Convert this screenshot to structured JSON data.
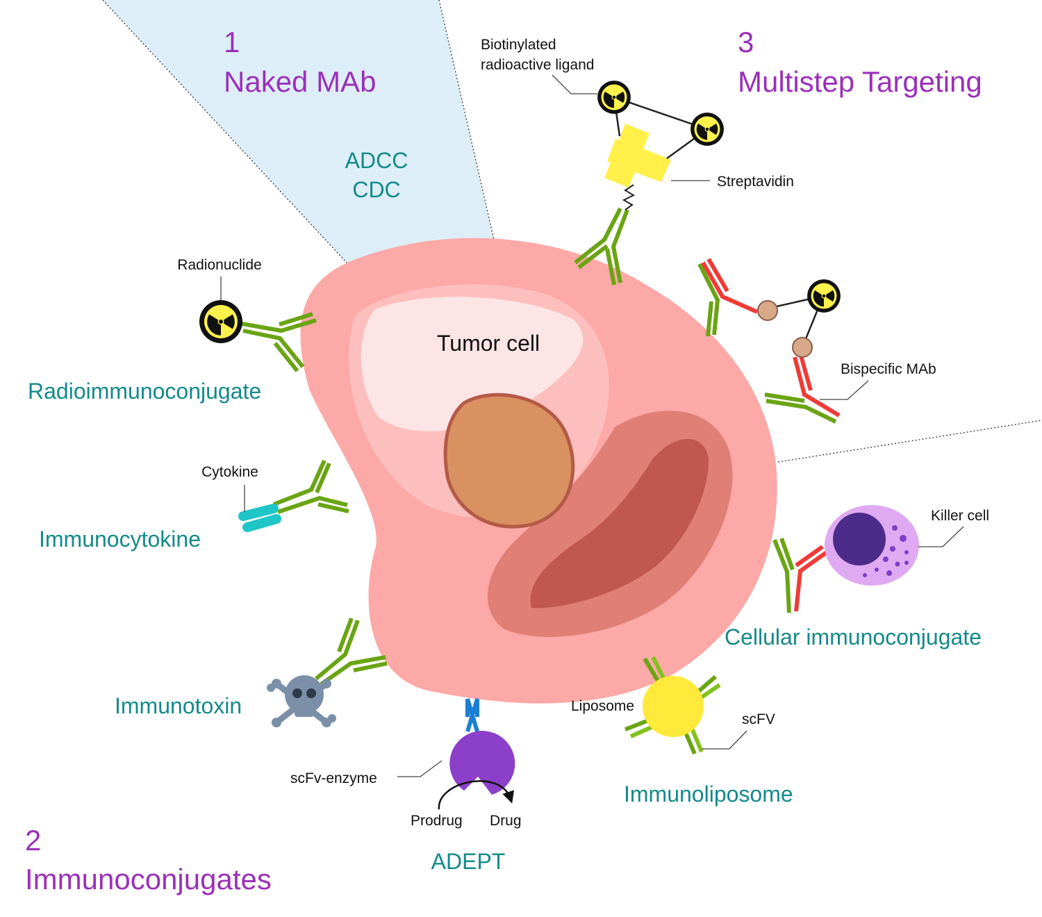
{
  "sections": {
    "naked": {
      "number": "1",
      "title": "Naked MAb"
    },
    "immunoconjugates": {
      "number": "2",
      "title": "Immunoconjugates"
    },
    "multistep": {
      "number": "3",
      "title": "Multistep Targeting"
    }
  },
  "mechanisms": {
    "adcc": "ADCC",
    "cdc": "CDC"
  },
  "center": {
    "label": "Tumor cell"
  },
  "conjugates": {
    "radioimmunoconjugate": "Radioimmunoconjugate",
    "immunocytokine": "Immunocytokine",
    "immunotoxin": "Immunotoxin",
    "adept": "ADEPT",
    "immunoliposome": "Immunoliposome",
    "cellular": "Cellular immunoconjugate"
  },
  "labels": {
    "radionuclide": "Radionuclide",
    "cytokine": "Cytokine",
    "scfv_enzyme": "scFv-enzyme",
    "prodrug": "Prodrug",
    "drug": "Drug",
    "liposome": "Liposome",
    "scfv": "scFV",
    "killer_cell": "Killer cell",
    "bispecific": "Bispecific MAb",
    "streptavidin": "Streptavidin",
    "biotin_line1": "Biotinylated",
    "biotin_line2": "radioactive ligand"
  },
  "icons": {
    "radiation": "radiation-trefoil-icon",
    "toxin": "skull-crossbones-icon",
    "arrow": "curved-arrow-icon"
  },
  "colors": {
    "section_title": "#9b30b8",
    "method_label": "#138a8a",
    "antibody_green": "#6aa414",
    "antibody_red": "#ef3b36",
    "cell_membrane": "#fca9a7",
    "nucleus": "#d99162",
    "streptavidin": "#fff04a",
    "cytokine": "#1fc6c8",
    "enzyme": "#8c3fc8",
    "liposome": "#ffe93a",
    "killer_cell_nucleus": "#4b2c8a",
    "toxin": "#7b90a8",
    "naked_region": "#ddeef9"
  }
}
